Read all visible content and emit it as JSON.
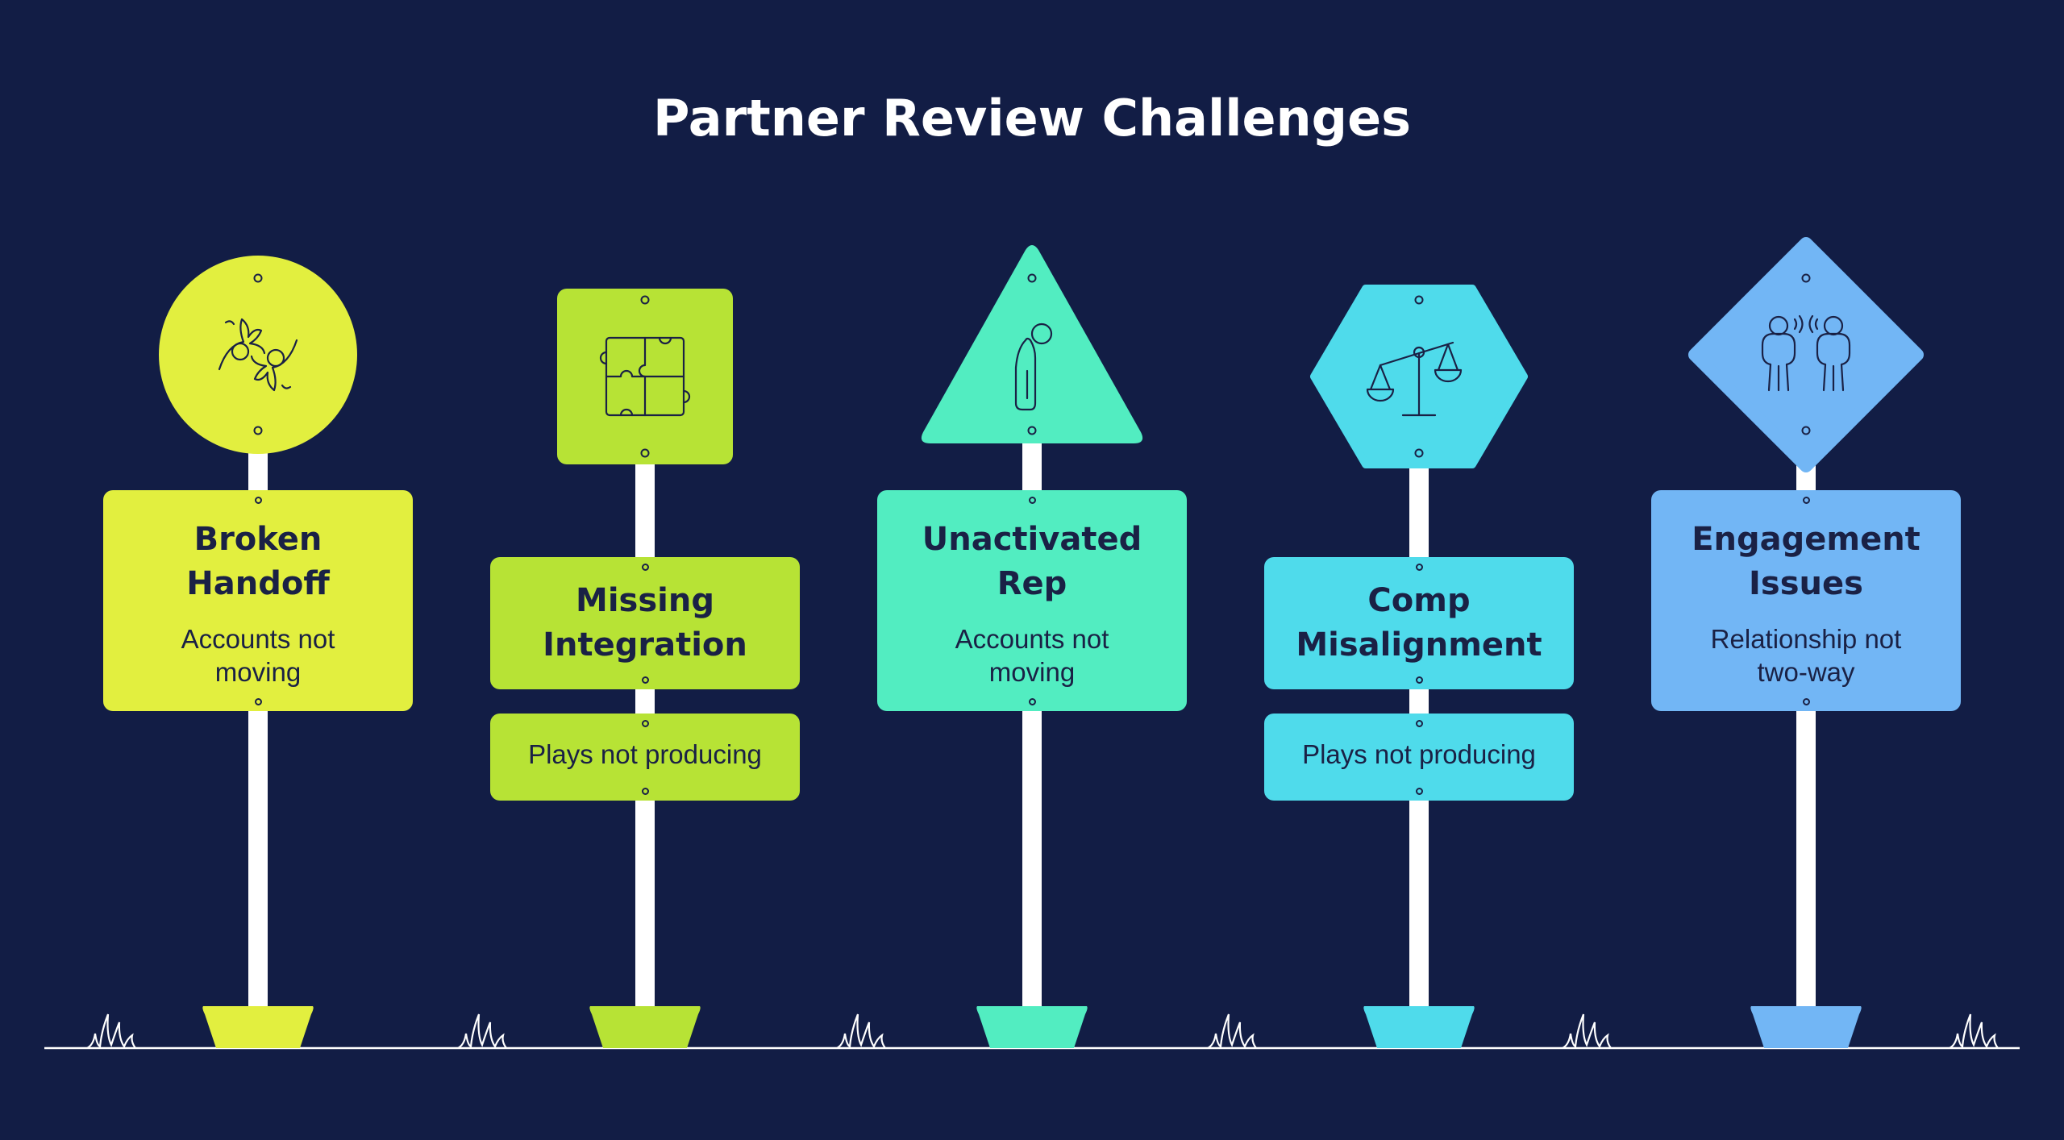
{
  "title": "Partner Review Challenges",
  "signs": [
    {
      "heading": "Broken Handoff",
      "heading_lines": [
        "Broken",
        "Handoff"
      ],
      "description_lines": [
        "Accounts not",
        "moving"
      ],
      "color": "#e2ef3f",
      "shape": "circle",
      "icon": "hands-icon"
    },
    {
      "heading": "Missing Integration",
      "heading_lines": [
        "Missing",
        "Integration"
      ],
      "description_lines": [
        "Plays not producing"
      ],
      "color": "#b7e335",
      "shape": "square",
      "icon": "puzzle-icon"
    },
    {
      "heading": "Unactivated Rep",
      "heading_lines": [
        "Unactivated",
        "Rep"
      ],
      "description_lines": [
        "Accounts not",
        "moving"
      ],
      "color": "#52edc1",
      "shape": "triangle",
      "icon": "person-icon"
    },
    {
      "heading": "Comp Misalignment",
      "heading_lines": [
        "Comp",
        "Misalignment"
      ],
      "description_lines": [
        "Plays not producing"
      ],
      "color": "#4fdbeb",
      "shape": "hexagon",
      "icon": "scale-icon"
    },
    {
      "heading": "Engagement Issues",
      "heading_lines": [
        "Engagement",
        "Issues"
      ],
      "description_lines": [
        "Relationship not",
        "two-way"
      ],
      "color": "#72b6f5",
      "shape": "diamond",
      "icon": "two-people-talking-icon"
    }
  ],
  "colors": {
    "background": "#121d45",
    "text": "#1a2145",
    "pole": "#ffffff",
    "grass": "#ffffff"
  }
}
